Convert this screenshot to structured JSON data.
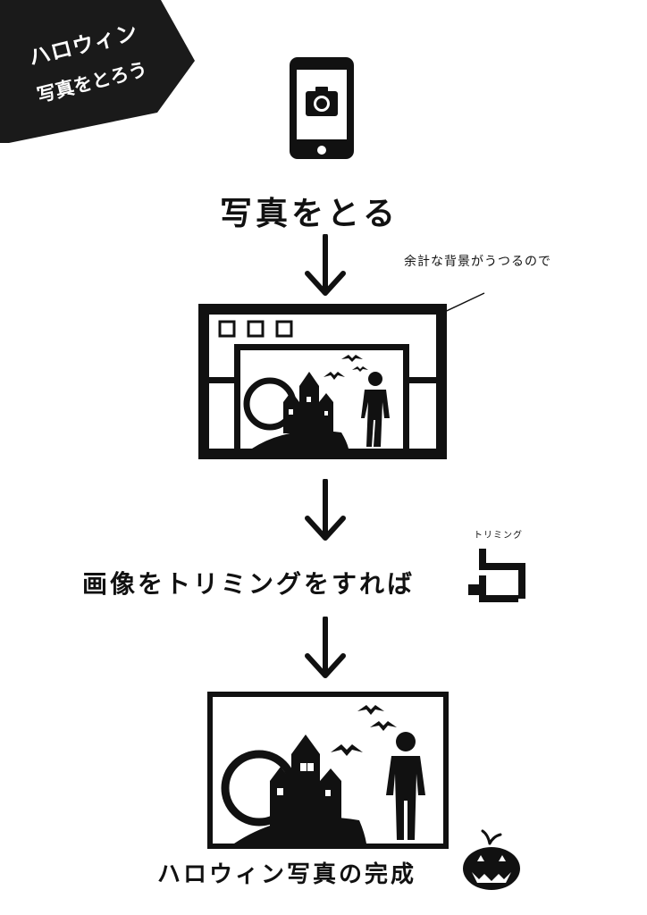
{
  "badge": {
    "line1": "ハロウィン",
    "line2": "写真をとろう"
  },
  "steps": {
    "take_photo": "写真をとる",
    "background_note": "余計な背景がうつるので",
    "trim_instruction": "画像をトリミングをすれば",
    "trim_icon_label": "トリミング",
    "complete": "ハロウィン写真の完成"
  },
  "icons": {
    "phone": "smartphone-camera-icon",
    "arrow": "down-arrow-icon",
    "trim": "crop-icon",
    "pumpkin": "jack-o-lantern-icon"
  },
  "colors": {
    "ink": "#111111",
    "paper": "#ffffff"
  }
}
